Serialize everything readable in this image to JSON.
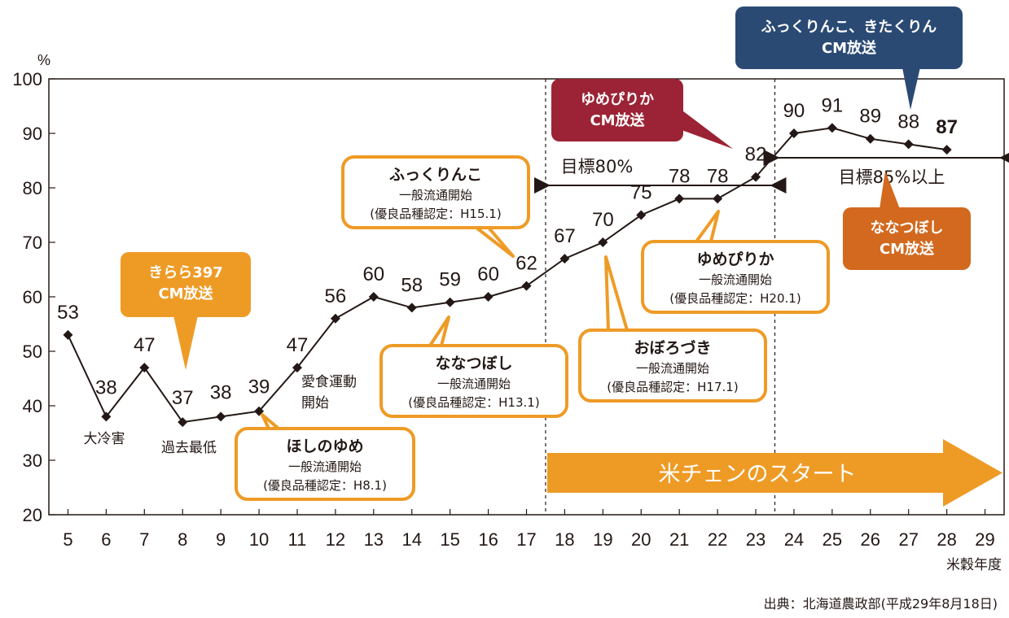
{
  "chart_data": {
    "type": "line",
    "y_unit": "%",
    "xlabel": "米穀年度",
    "ylim": [
      20,
      100
    ],
    "y_ticks": [
      20,
      30,
      40,
      50,
      60,
      70,
      80,
      90,
      100
    ],
    "x": [
      5,
      6,
      7,
      8,
      9,
      10,
      11,
      12,
      13,
      14,
      15,
      16,
      17,
      18,
      19,
      20,
      21,
      22,
      23,
      24,
      25,
      26,
      27,
      28,
      29
    ],
    "series": [
      {
        "values": [
          53,
          38,
          47,
          37,
          38,
          39,
          47,
          56,
          60,
          58,
          59,
          60,
          62,
          67,
          70,
          75,
          78,
          78,
          82,
          90,
          91,
          89,
          88,
          87,
          null
        ]
      }
    ],
    "value_labels": [
      "53",
      "38",
      "47",
      "37",
      "38",
      "39",
      "47",
      "56",
      "60",
      "58",
      "59",
      "60",
      "62",
      "67",
      "70",
      "75",
      "78",
      "78",
      "82",
      "90",
      "91",
      "89",
      "88",
      "87"
    ],
    "grid": false,
    "point_labels": [
      {
        "x": 6,
        "text": "大冷害"
      },
      {
        "x": 8,
        "text": "過去最低"
      },
      {
        "x": 11,
        "lines": [
          "愛食運動",
          "開始"
        ]
      }
    ],
    "target_ranges": [
      {
        "x_from": 17.5,
        "x_to": 23.5,
        "label": "目標80%"
      },
      {
        "x_from": 23.5,
        "x_to": 29.5,
        "label": "目標85%以上"
      }
    ],
    "period_dividers": [
      17.5,
      23.5
    ],
    "banner": {
      "text": "米チェンのスタート",
      "x_from": 17.5,
      "color": "#EE9B26"
    },
    "callouts": [
      {
        "x": 10,
        "title": "ほしのゆめ",
        "lines": [
          "一般流通開始",
          "(優良品種認定：H8.1)"
        ]
      },
      {
        "x": 15,
        "title": "ななつぼし",
        "lines": [
          "一般流通開始",
          "(優良品種認定：H13.1)"
        ]
      },
      {
        "x": 17,
        "title": "ふっくりんこ",
        "lines": [
          "一般流通開始",
          "(優良品種認定：H15.1)"
        ]
      },
      {
        "x": 19,
        "title": "おぼろづき",
        "lines": [
          "一般流通開始",
          "(優良品種認定：H17.1)"
        ]
      },
      {
        "x": 22,
        "title": "ゆめぴりか",
        "lines": [
          "一般流通開始",
          "(優良品種認定：H20.1)"
        ]
      }
    ],
    "cm_callouts": [
      {
        "x": 8,
        "lines": [
          "きらら397",
          "CM放送"
        ],
        "color": "#EE9B26"
      },
      {
        "x": 22,
        "lines": [
          "ゆめぴりか",
          "CM放送"
        ],
        "color": "#9B2335"
      },
      {
        "x": 26,
        "lines": [
          "ななつぼし",
          "CM放送"
        ],
        "color": "#D2691E"
      },
      {
        "x": 27,
        "lines": [
          "ふっくりんこ、きたくりん",
          "CM放送"
        ],
        "color": "#2A4A74"
      }
    ],
    "callout_border_color": "#EE9B26",
    "line_color": "#231815"
  },
  "source": "出典：北海道農政部(平成29年8月18日)"
}
